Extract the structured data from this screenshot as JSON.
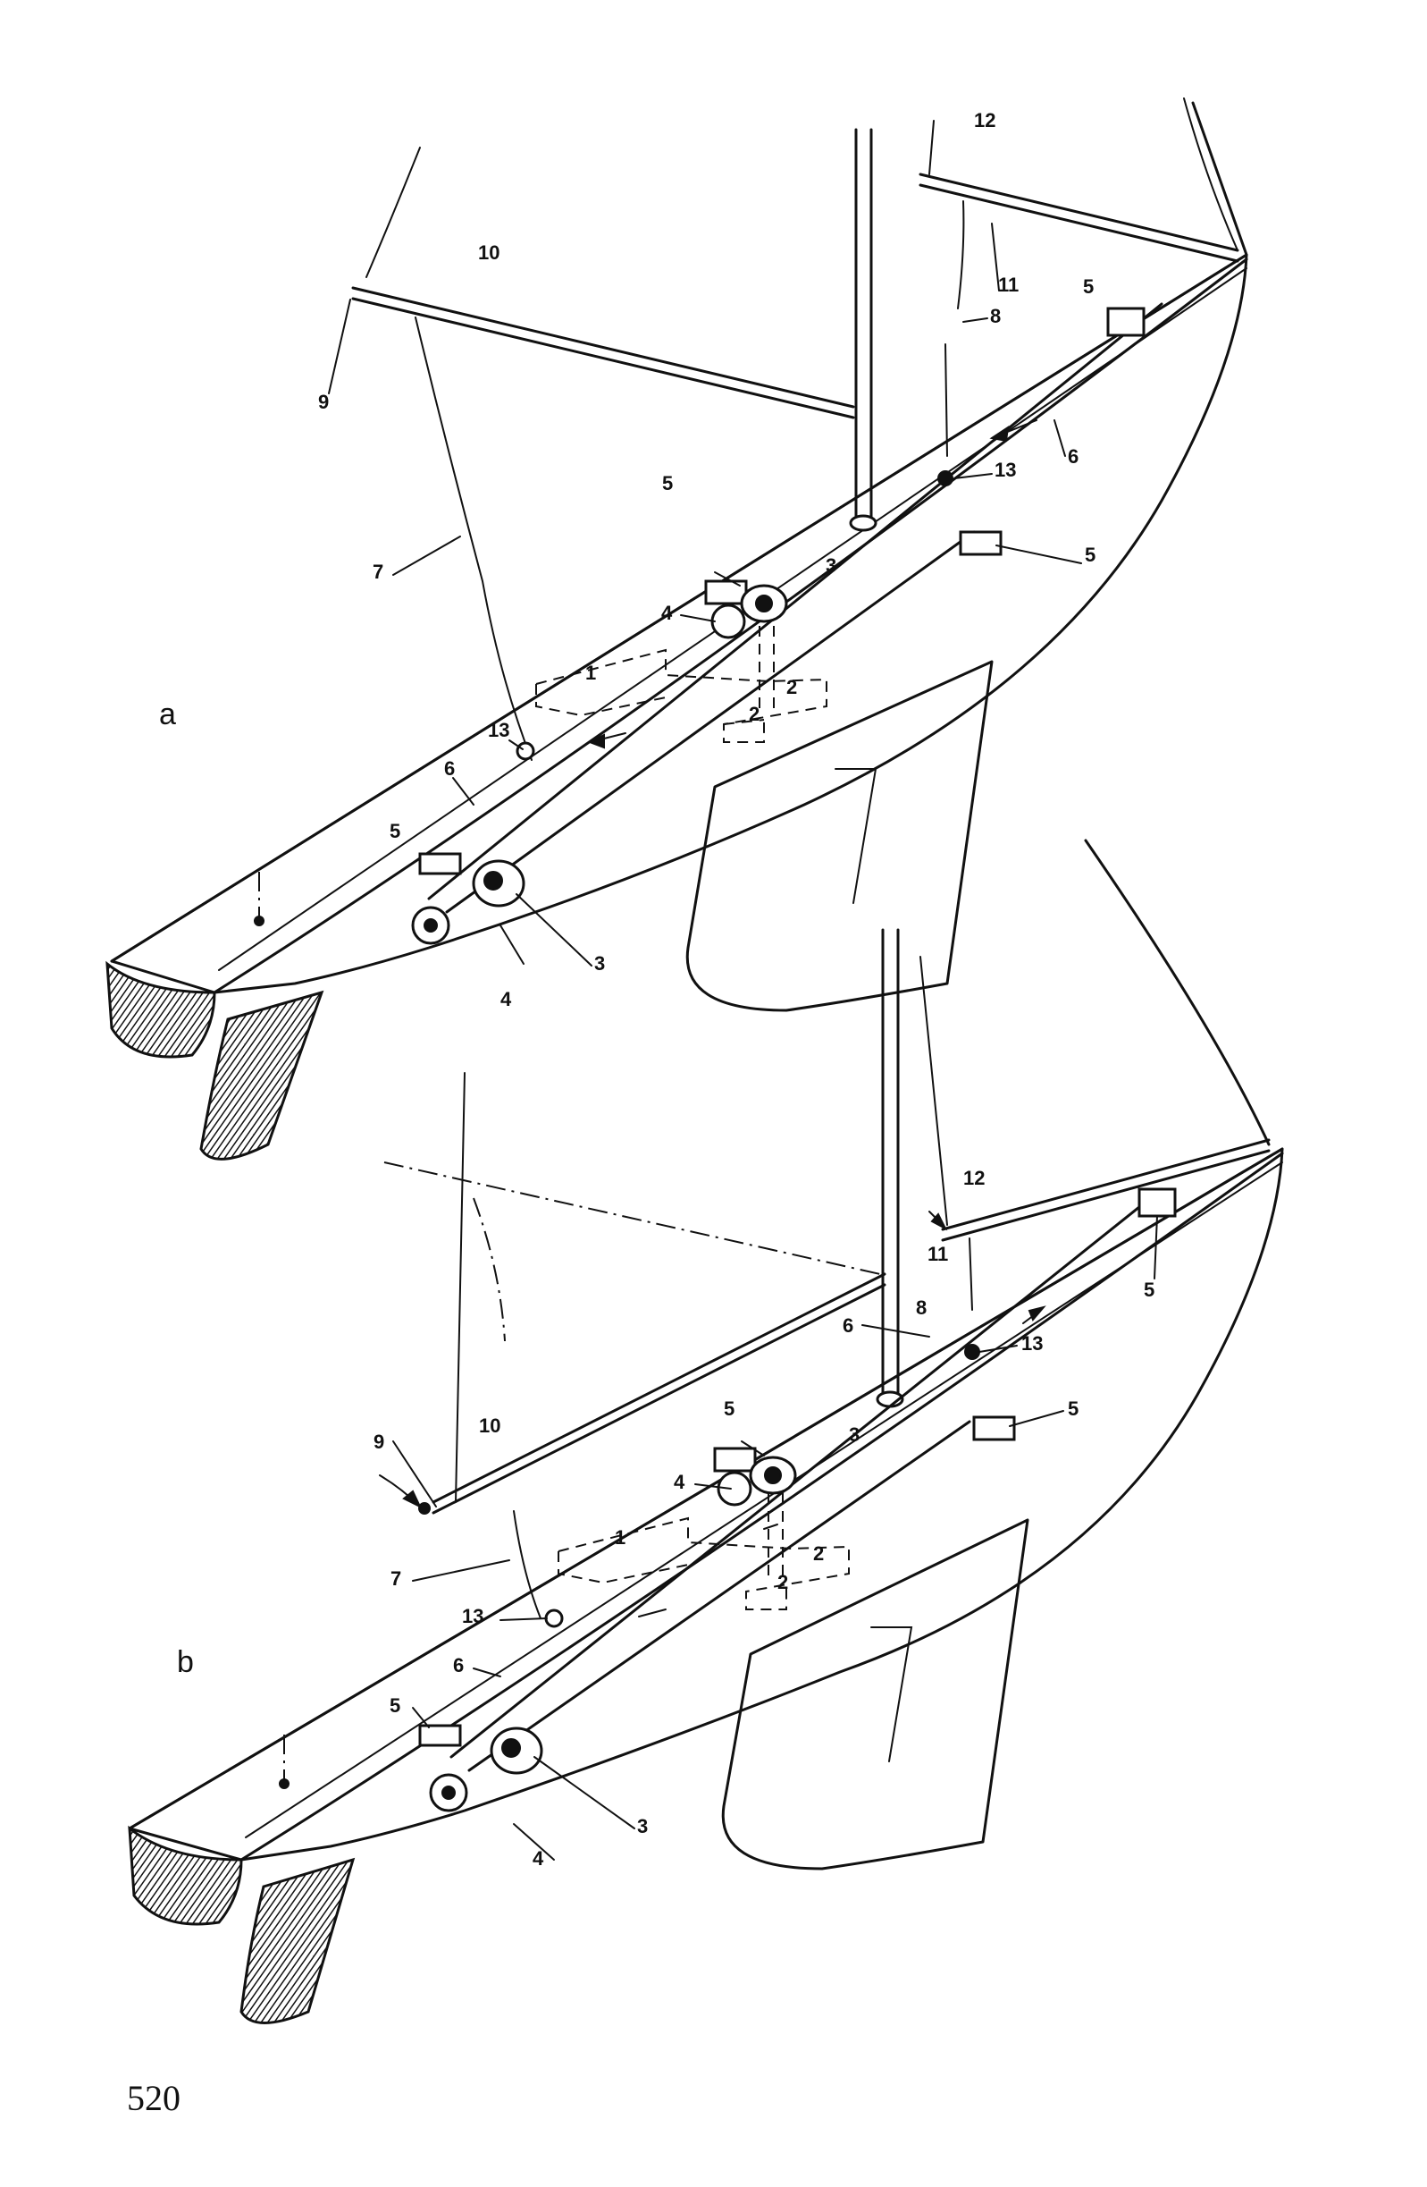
{
  "figure": {
    "panels": [
      {
        "id": "a",
        "label": "a",
        "callouts": [
          "1",
          "2",
          "2",
          "3",
          "3",
          "4",
          "4",
          "5",
          "5",
          "5",
          "5",
          "6",
          "6",
          "7",
          "8",
          "9",
          "10",
          "11",
          "12",
          "13",
          "13"
        ]
      },
      {
        "id": "b",
        "label": "b",
        "callouts": [
          "1",
          "2",
          "2",
          "3",
          "3",
          "4",
          "4",
          "5",
          "5",
          "5",
          "5",
          "6",
          "6",
          "7",
          "8",
          "9",
          "10",
          "11",
          "12",
          "13",
          "13"
        ]
      }
    ],
    "page_number": "520"
  }
}
